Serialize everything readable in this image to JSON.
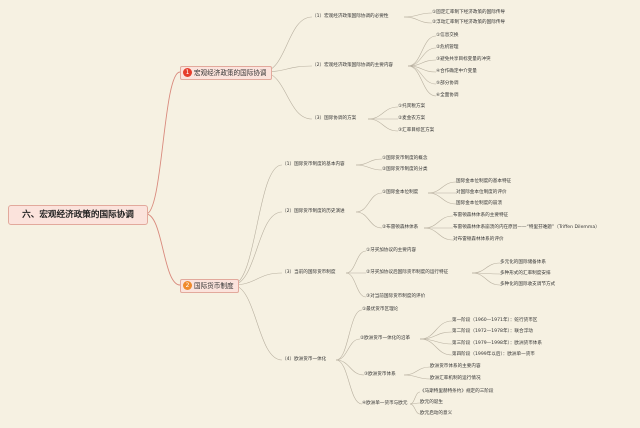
{
  "root": "六、宏观经济政策的国际协调",
  "branch1": {
    "badge": "1",
    "title": "宏观经济政策的国际协调",
    "items": [
      {
        "label": "（1）宏观经济政策国际协调的必要性",
        "children": [
          "①固定汇率制下经济政策的国际传导",
          "②浮动汇率制下经济政策的国际传导"
        ]
      },
      {
        "label": "（2）宏观经济政策国际协调的主要内容",
        "children": [
          "①信息交换",
          "②危机管理",
          "③避免共享目标变量的冲突",
          "④合作确定中介变量",
          "⑤部分协调",
          "⑥全面协调"
        ]
      },
      {
        "label": "（3）国际协调的方案",
        "children": [
          "①托宾税方案",
          "②麦金农方案",
          "③汇率目标区方案"
        ]
      }
    ]
  },
  "branch2": {
    "badge": "2",
    "title": "国际货币制度",
    "items": [
      {
        "label": "（1）国际货币制度的基本内容",
        "children": [
          "①国际货币制度的概念",
          "②国际货币制度的分类"
        ]
      },
      {
        "label": "（2）国际货币制度的历史演进",
        "children": [
          {
            "label": "①国际金本位制度",
            "children": [
              "国际金本位制度的基本特征",
              "对国际金本位制度的评价",
              "国际金本位制度的崩溃"
            ]
          },
          {
            "label": "②布雷顿森林体系",
            "children": [
              "布雷顿森林体系的主要特征",
              "布雷顿森林体系崩溃的内在原因——“特里芬难题”（Triffen Dilemma）",
              "对布雷顿森林体系的评价"
            ]
          }
        ]
      },
      {
        "label": "（3）当前的国际货币制度",
        "children": [
          {
            "label": "①牙买加协议的主要内容",
            "children": []
          },
          {
            "label": "②牙买加协议后国际货币制度的运行特征",
            "children": [
              "多元化的国际储备体系",
              "多种形式的汇率制度安排",
              "多种化的国际收支调节方式"
            ]
          },
          {
            "label": "③对当前国际货币制度的评价",
            "children": []
          }
        ]
      },
      {
        "label": "（4）欧洲货币一体化",
        "children": [
          {
            "label": "①最优货币区理论",
            "children": []
          },
          {
            "label": "②欧洲货币一体化的沿革",
            "children": [
              "第一阶段（1960—1971年）：蛇行货币区",
              "第二阶段（1972—1978年）：联合浮动",
              "第三阶段（1979—1998年）：欧洲货币体系",
              "第四阶段（1999年以后）：欧洲单一货币"
            ]
          },
          {
            "label": "③欧洲货币体系",
            "children": [
              "欧洲货币体系的主要内容",
              "欧洲汇率机制的运行情况"
            ]
          },
          {
            "label": "④欧洲单一货币与欧元",
            "children": [
              "《马斯特里赫特条约》规定的三阶段",
              "欧元的诞生",
              "欧元启动的意义"
            ]
          }
        ]
      }
    ]
  }
}
